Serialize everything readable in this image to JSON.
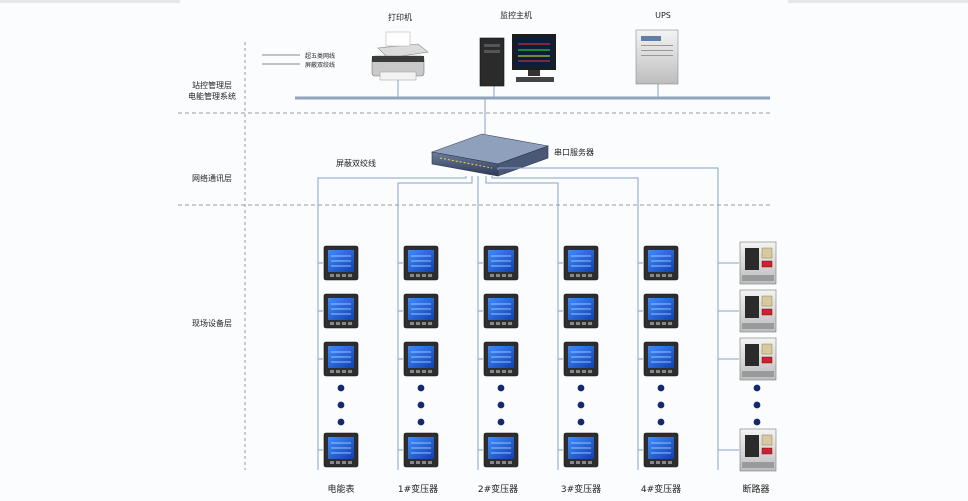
{
  "layers": {
    "management": [
      "站控管理层",
      "电能管理系统"
    ],
    "network": "网络通讯层",
    "field": "现场设备层"
  },
  "legend": {
    "line1": "超五类网线",
    "line2": "屏蔽双绞线"
  },
  "devices": {
    "printer": "打印机",
    "host": "监控主机",
    "ups": "UPS",
    "serial_server": "串口服务器",
    "shielded_cable": "屏蔽双绞线"
  },
  "columns": [
    {
      "label": "电能表",
      "type": "meter"
    },
    {
      "label": "1#变压器",
      "type": "meter"
    },
    {
      "label": "2#变压器",
      "type": "meter"
    },
    {
      "label": "3#变压器",
      "type": "meter"
    },
    {
      "label": "4#变压器",
      "type": "meter"
    },
    {
      "label": "断路器",
      "type": "breaker"
    }
  ],
  "colors": {
    "bus": "#8fa3bd",
    "wire": "#8aa0c8",
    "screen": "#1e5fd8",
    "dot": "#132a6e"
  }
}
